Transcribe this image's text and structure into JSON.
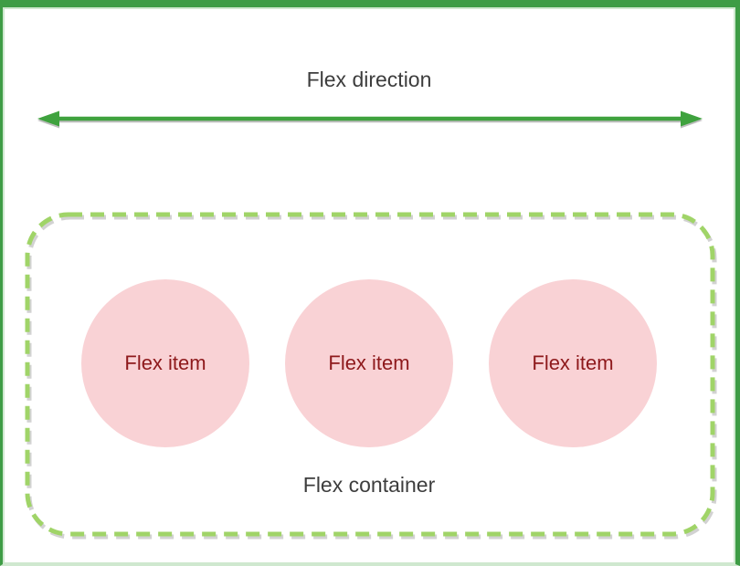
{
  "diagram": {
    "title": "Flex direction",
    "container_label": "Flex container",
    "items": [
      {
        "label": "Flex item"
      },
      {
        "label": "Flex item"
      },
      {
        "label": "Flex item"
      }
    ],
    "arrow": "double-headed-horizontal"
  },
  "colors": {
    "background": "#ffffff",
    "frame_green": "#3e9c45",
    "frame_green_light": "#cfe8cf",
    "arrow_green": "#3fa23e",
    "dash_green": "#a0d468",
    "circle_pink": "#f9d2d5",
    "item_text": "#8e191c",
    "label_text": "#3d3d3d",
    "shadow_gray": "#bdbdbd",
    "shadow_light": "#d2d2d2"
  }
}
